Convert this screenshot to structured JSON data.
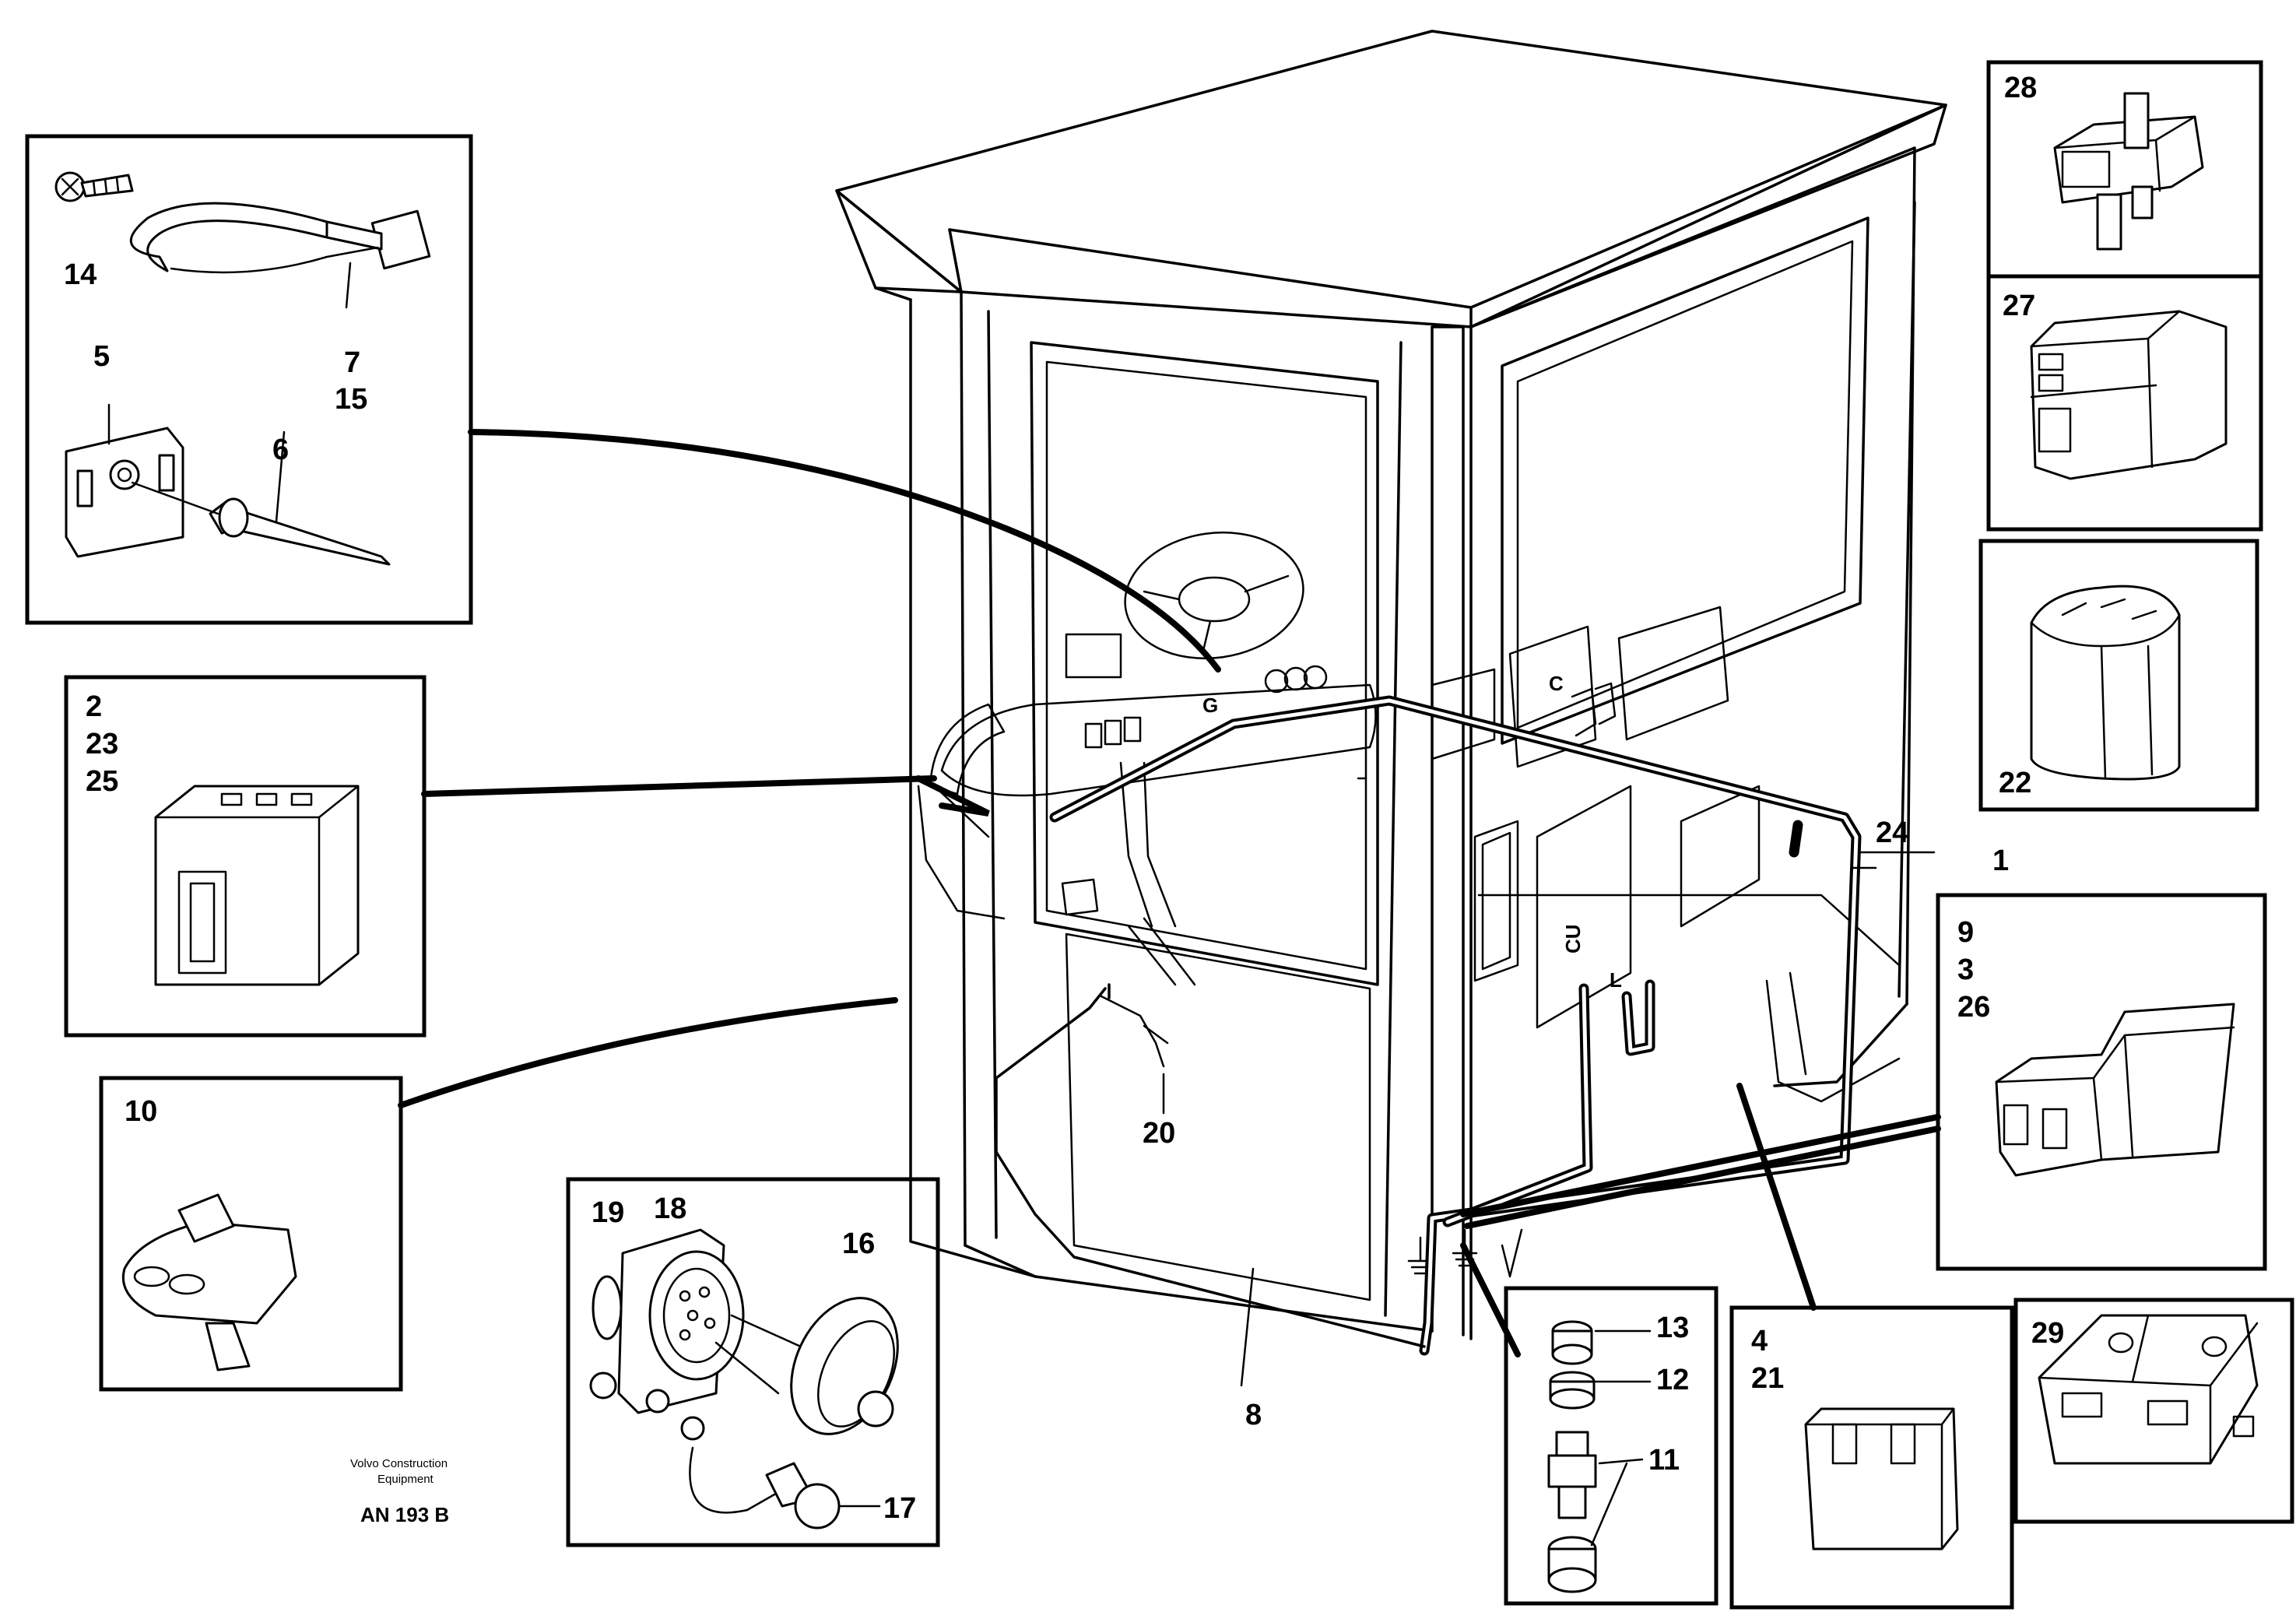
{
  "figure": {
    "caption_company": "Volvo Construction Equipment",
    "caption_line1": "Volvo Construction",
    "caption_line2": "Equipment",
    "drawing_id": "AN 193 B"
  },
  "callouts": {
    "n1": "1",
    "n2": "2",
    "n3": "3",
    "n4": "4",
    "n5": "5",
    "n6": "6",
    "n7": "7",
    "n8": "8",
    "n9": "9",
    "n10": "10",
    "n11": "11",
    "n12": "12",
    "n13": "13",
    "n14": "14",
    "n15": "15",
    "n16": "16",
    "n17": "17",
    "n18": "18",
    "n19": "19",
    "n20": "20",
    "n21": "21",
    "n22": "22",
    "n23": "23",
    "n24": "24",
    "n25": "25",
    "n26": "26",
    "n27": "27",
    "n28": "28",
    "n29": "29"
  }
}
